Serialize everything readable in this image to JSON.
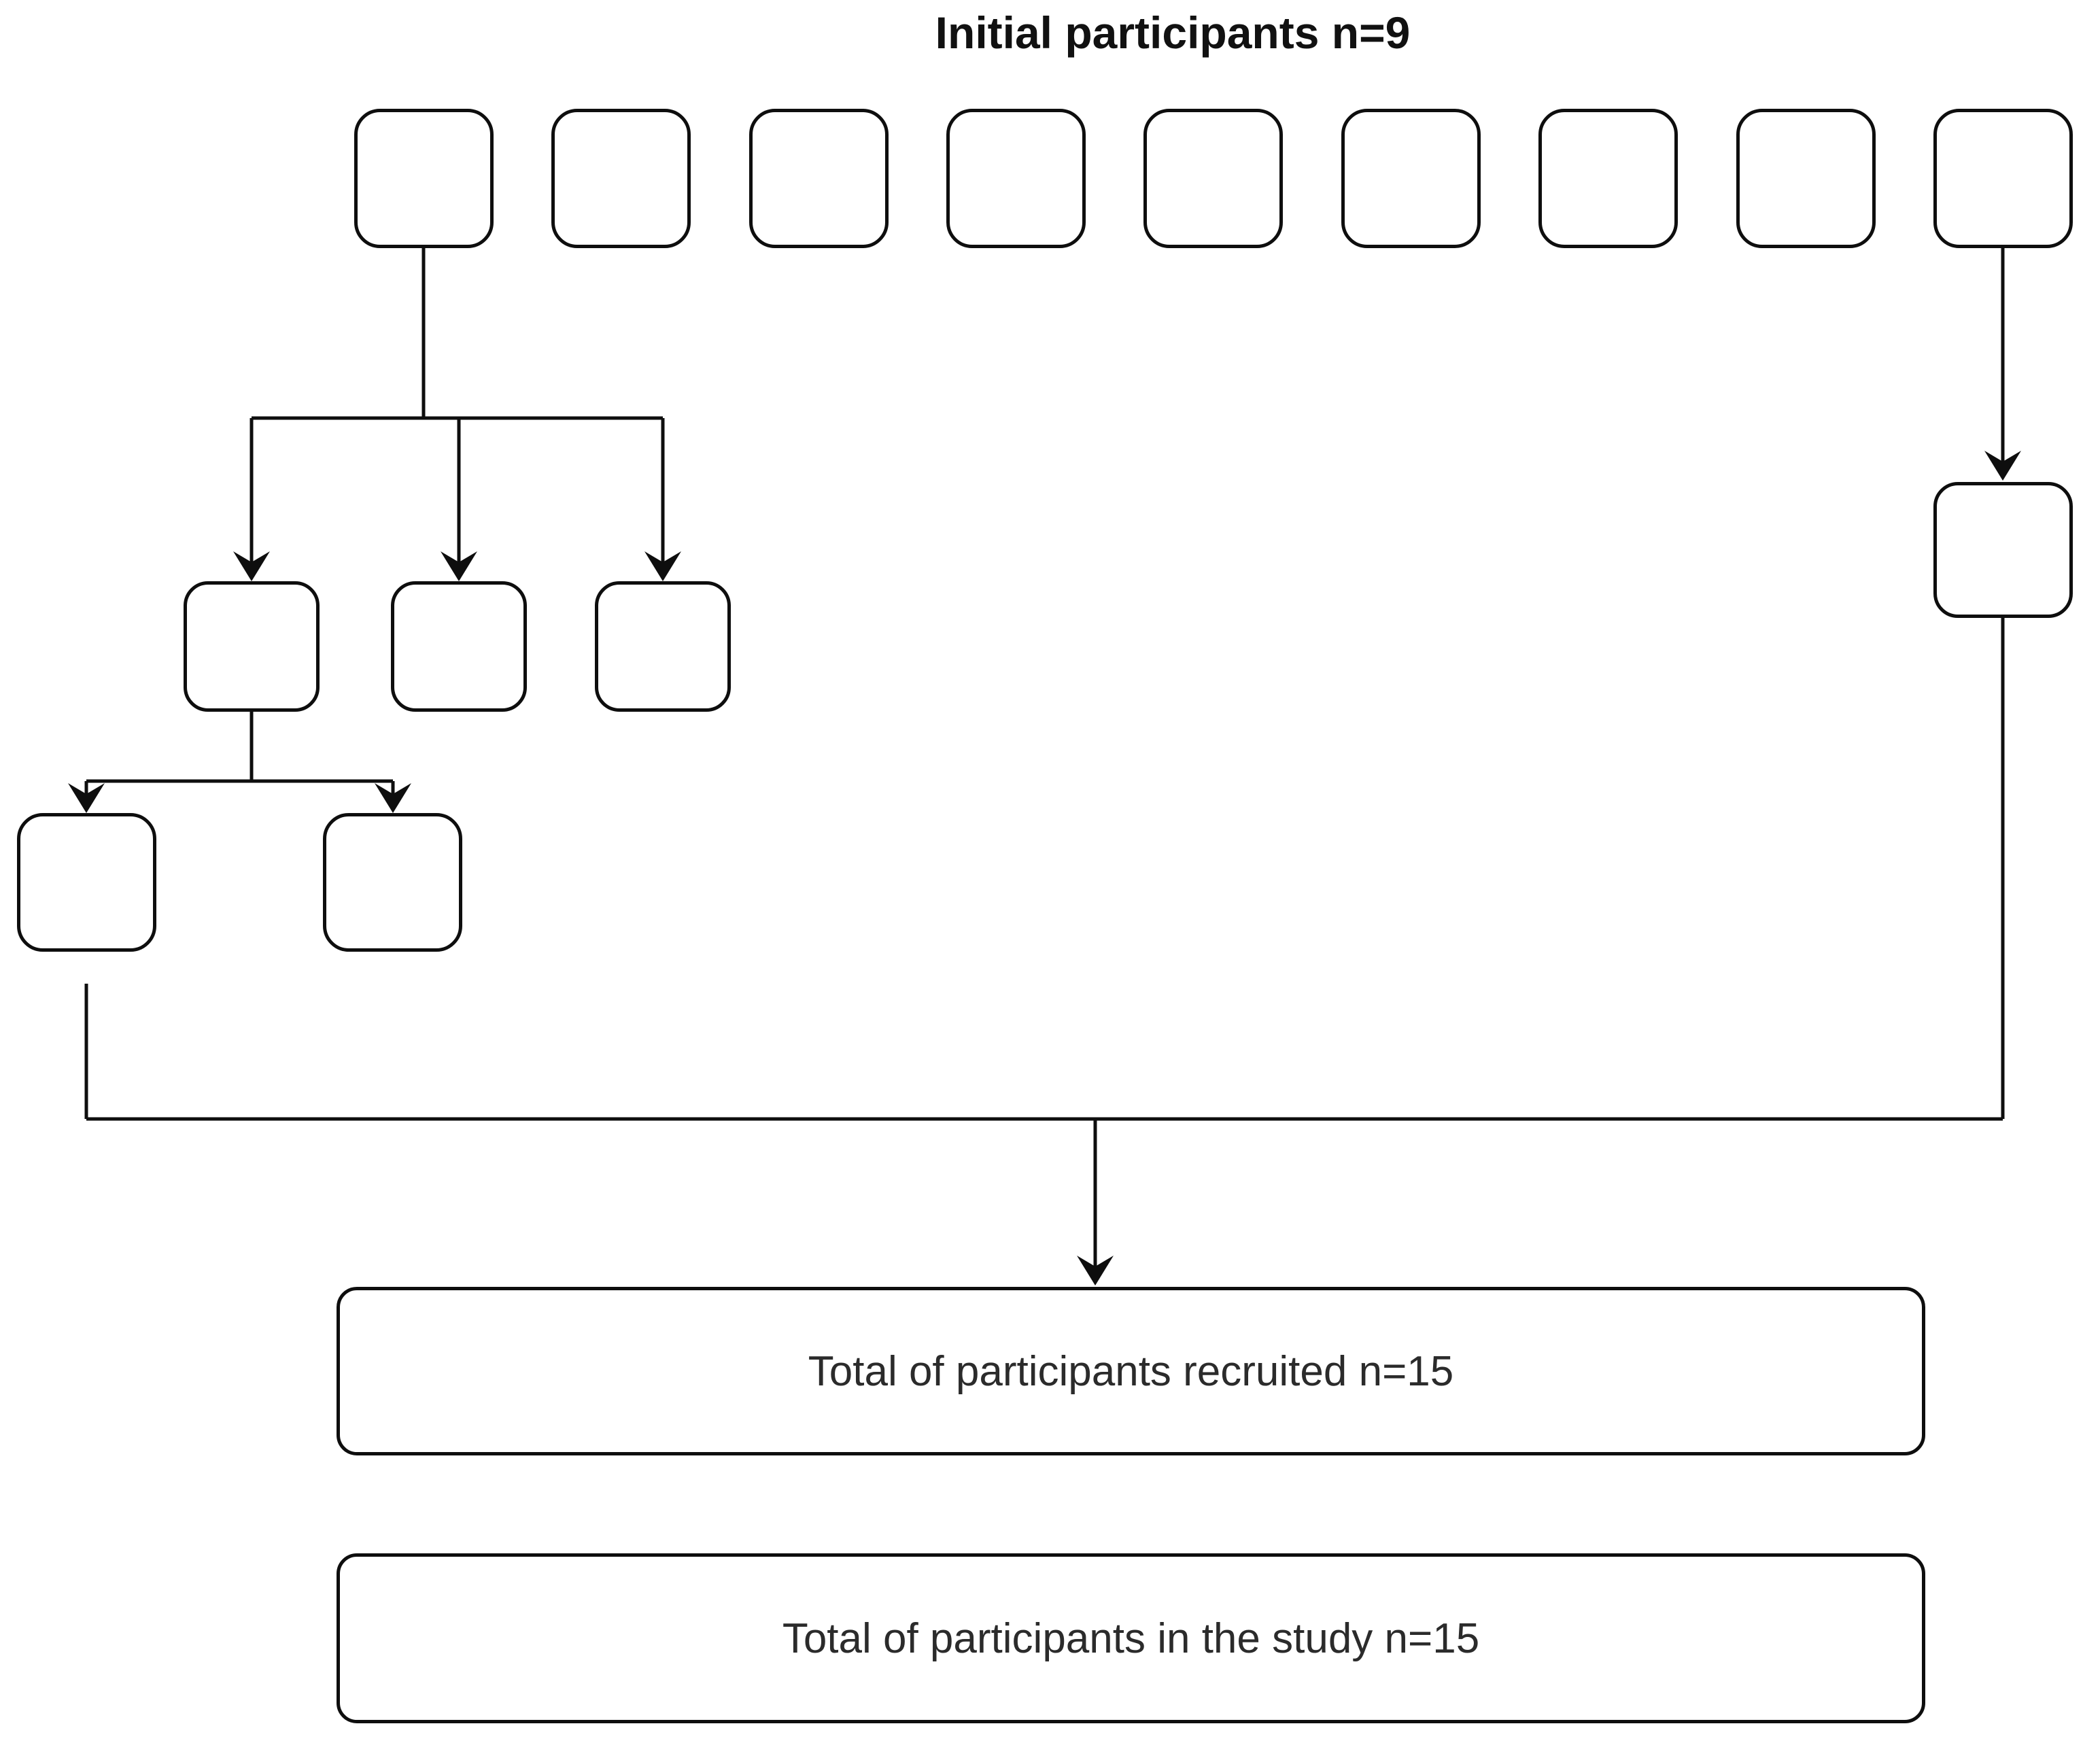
{
  "title": {
    "text": "Initial participants n=9"
  },
  "nodes": {
    "initial_participants_count": 9,
    "first_wave_recruits_count": 3,
    "second_wave_recruits_count": 2,
    "right_branch_recruits_count": 1
  },
  "summary_boxes": [
    {
      "text": "Total of participants recruited n=15"
    },
    {
      "text": "Total of participants in the study n=15"
    }
  ],
  "colors": {
    "background": "#ffffff",
    "line": "#0e0e0e",
    "title_text": "#111111",
    "body_text": "#2b2b2b"
  }
}
